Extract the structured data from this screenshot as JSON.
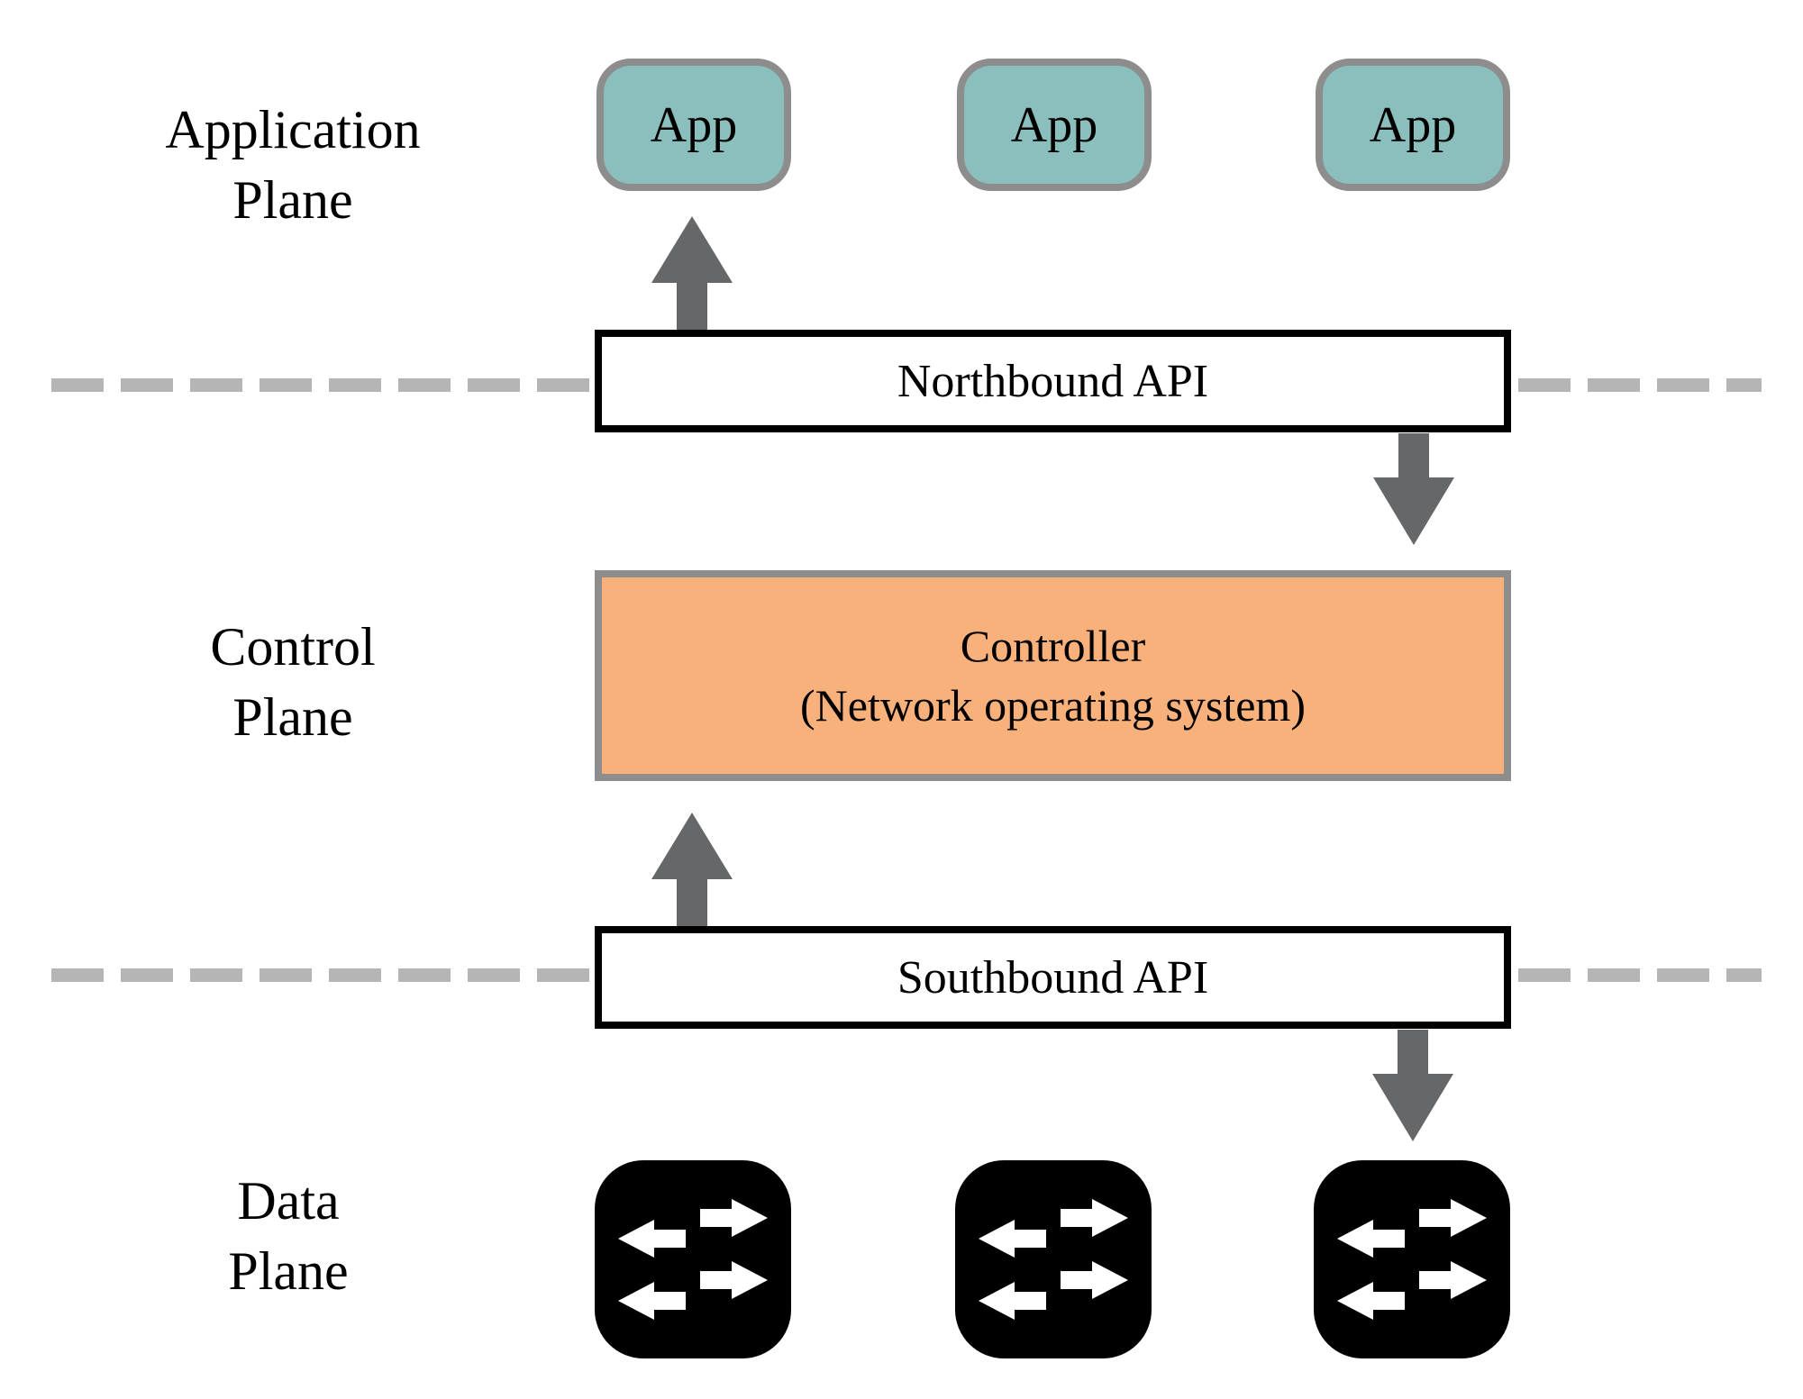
{
  "figure": {
    "title": "SDN architecture diagram",
    "application_plane": {
      "label": "Application\nPlane",
      "apps": [
        {
          "label": "App"
        },
        {
          "label": "App"
        },
        {
          "label": "App"
        }
      ]
    },
    "northbound_api": {
      "label": "Northbound API"
    },
    "control_plane": {
      "label": "Control\nPlane",
      "controller": {
        "line1": "Controller",
        "line2": "(Network operating system)"
      }
    },
    "southbound_api": {
      "label": "Southbound API"
    },
    "data_plane": {
      "label": "Data\nPlane",
      "switches": [
        {
          "icon": "network-switch-icon"
        },
        {
          "icon": "network-switch-icon"
        },
        {
          "icon": "network-switch-icon"
        }
      ]
    },
    "arrows": [
      {
        "name": "northbound-to-app",
        "direction": "up"
      },
      {
        "name": "northbound-to-controller",
        "direction": "down"
      },
      {
        "name": "southbound-to-controller",
        "direction": "up"
      },
      {
        "name": "southbound-to-switches",
        "direction": "down"
      }
    ],
    "colors": {
      "app_fill": "#8abfbd",
      "app_border": "#8d8d8d",
      "controller_fill": "#f9b17b",
      "controller_border": "#8d8d8d",
      "api_fill": "#ffffff",
      "api_border": "#000000",
      "arrow_gray": "#666768",
      "dashed_line": "#b5b5b5",
      "switch_fill": "#000000",
      "switch_arrow": "#ffffff",
      "text": "#000000"
    }
  }
}
